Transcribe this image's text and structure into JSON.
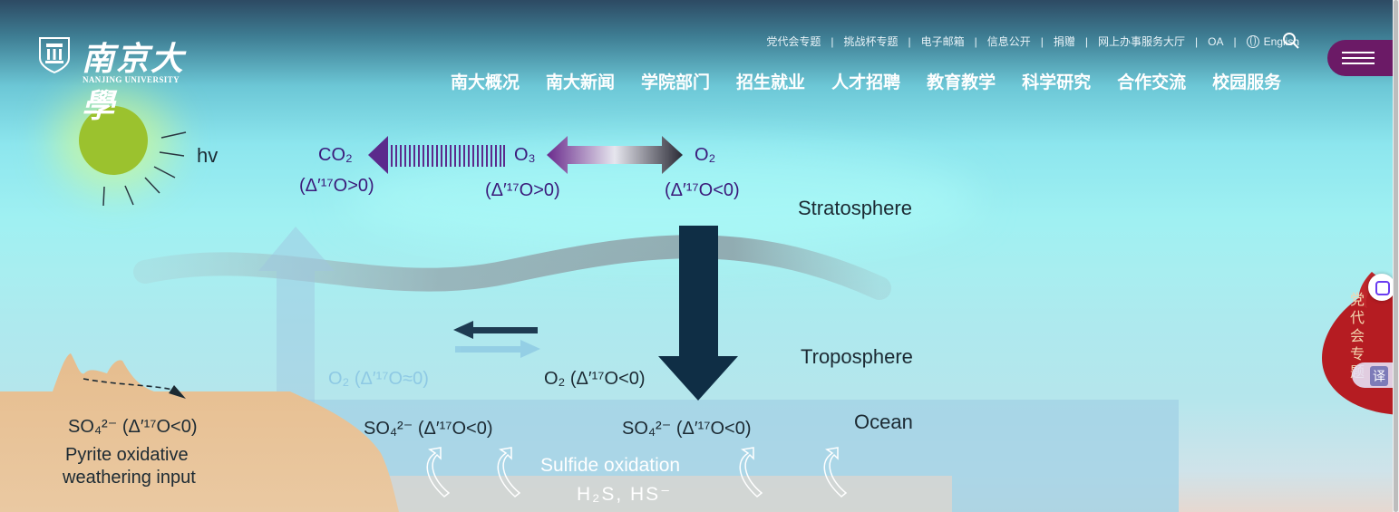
{
  "header": {
    "logo_title": "南京大學",
    "logo_subtitle": "NANJING UNIVERSITY",
    "top_links": [
      "党代会专题",
      "挑战杯专题",
      "电子邮箱",
      "信息公开",
      "捐赠",
      "网上办事服务大厅",
      "OA"
    ],
    "english_label": "English",
    "nav_items": [
      "南大概况",
      "南大新闻",
      "学院部门",
      "招生就业",
      "人才招聘",
      "教育教学",
      "科学研究",
      "合作交流",
      "校园服务"
    ]
  },
  "diagram": {
    "sun_label": "hv",
    "co2": "CO₂",
    "co2_delta": "(Δ′¹⁷O>0)",
    "o3": "O₃",
    "o3_delta": "(Δ′¹⁷O>0)",
    "o2": "O₂",
    "o2_delta": "(Δ′¹⁷O<0)",
    "stratosphere": "Stratosphere",
    "troposphere": "Troposphere",
    "ocean": "Ocean",
    "o2_trop_light": "O₂ (Δ′¹⁷O≈0)",
    "o2_trop_dark": "O₂ (Δ′¹⁷O<0)",
    "so4_1": "SO₄²⁻ (Δ′¹⁷O<0)",
    "so4_2": "SO₄²⁻ (Δ′¹⁷O<0)",
    "so4_3": "SO₄²⁻ (Δ′¹⁷O<0)",
    "pyrite_line1": "Pyrite oxidative",
    "pyrite_line2": "weathering input",
    "sulfide_label": "Sulfide oxidation",
    "sulfide_species": "H₂S, HS⁻"
  },
  "side_widget": {
    "party_badge_text": "党代会专题",
    "translate_label": "译"
  },
  "colors": {
    "nav_text": "#ffffff",
    "menu_button": "#6b1a66",
    "arrow_purple": "#5b2a8c",
    "arrow_dark": "#0f2e45",
    "land": "#e8c39a"
  }
}
